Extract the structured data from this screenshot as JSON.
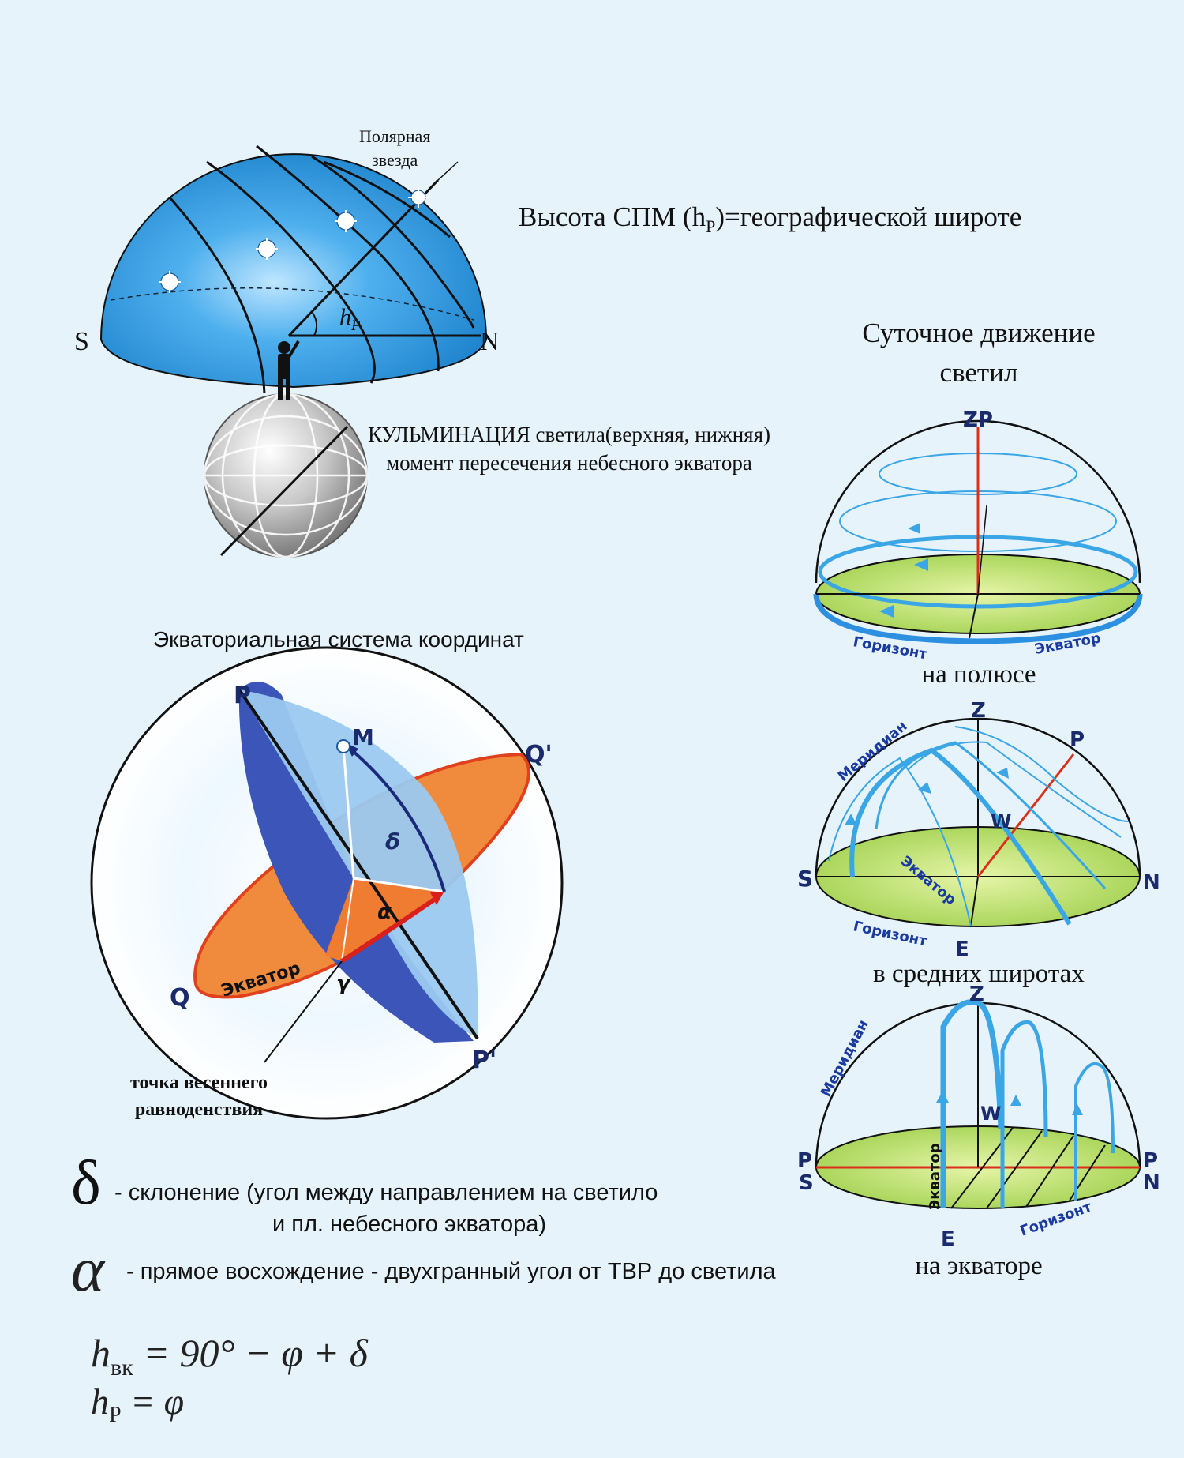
{
  "top": {
    "polaris_label": [
      "Полярная",
      "звезда"
    ],
    "south": "S",
    "north": "N",
    "hp_label": "h",
    "hp_sub": "P",
    "heading_main": "Высота СПМ (h",
    "heading_sub": "P",
    "heading_tail": ")=географической широте",
    "culmination_line1": "КУЛЬМИНАЦИЯ светила(верхняя, нижняя)",
    "culmination_line2": "момент пересечения небесного экватора"
  },
  "daily": {
    "title_line1": "Суточное движение",
    "title_line2": "светил",
    "pole": {
      "zp": "ZP",
      "horizon": "Горизонт",
      "equator": "Экватор",
      "caption": "на полюсе"
    },
    "mid": {
      "z": "Z",
      "p": "P",
      "w": "W",
      "s": "S",
      "n": "N",
      "e": "E",
      "meridian": "Меридиан",
      "equator": "Экватор",
      "horizon": "Горизонт",
      "caption": "в средних широтах"
    },
    "eq": {
      "z": "Z",
      "w": "W",
      "p_left": "P",
      "s": "S",
      "p_right": "P",
      "n": "N",
      "e": "E",
      "meridian": "Меридиан",
      "equator": "Экватор",
      "horizon": "Горизонт",
      "caption": "на экваторе"
    }
  },
  "equatorial": {
    "title": "Экваториальная система координат",
    "p": "P",
    "m": "M",
    "q_prime": "Q'",
    "q": "Q",
    "p_prime": "P'",
    "delta": "δ",
    "alpha": "α",
    "gamma": "γ",
    "equator": "Экватор",
    "vernal_line1": "точка весеннего",
    "vernal_line2": "равноденствия"
  },
  "legend": {
    "delta_symbol": "δ",
    "delta_line1": "- склонение (угол между направлением на светило",
    "delta_line2": "и пл. небесного экватора)",
    "alpha_symbol": "α",
    "alpha_text": "- прямое восхождение - двухгранный угол от ТВР до светила"
  },
  "formulas": {
    "f1_h": "h",
    "f1_sub": "вк",
    "f1_rest": " = 90° − φ + δ",
    "f2_h": "h",
    "f2_sub": "P",
    "f2_rest": " = φ"
  },
  "colors": {
    "background": "#e6f3fb",
    "sky_blue": "#1d8fd8",
    "orbit_cyan": "#3aa6e6",
    "horizon_green": "#b8e06a",
    "equator_orange": "#f08a3c",
    "equator_dark_blue": "#3b55b8",
    "red_axis": "#d9301c"
  }
}
